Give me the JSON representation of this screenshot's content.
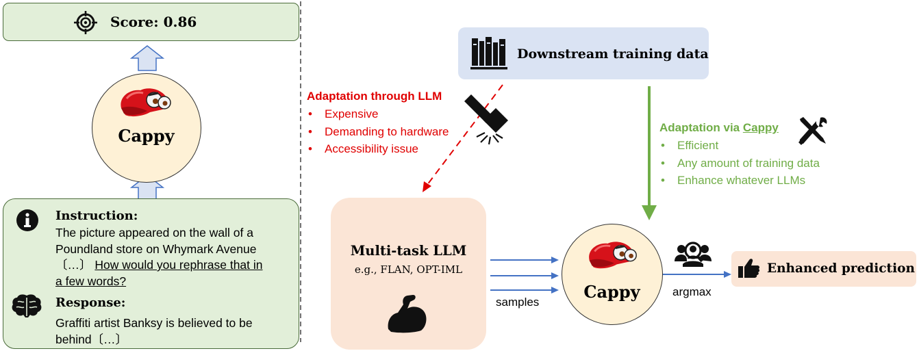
{
  "left_panel": {
    "score_label": "Score: 0.86",
    "cappy_label": "Cappy",
    "instruction": {
      "label": "Instruction:",
      "lines": [
        "The picture appeared on the wall of a",
        "Poundland store on Whymark Avenue"
      ],
      "line3_prefix": "〔…〕",
      "line3_underlined": "How would you rephrase that in",
      "line4_underlined": "a few words?"
    },
    "response": {
      "label": "Response:",
      "lines": [
        "Graffiti artist Banksy is believed to be",
        "behind〔…〕"
      ]
    }
  },
  "right_panel": {
    "data_label": "Downstream training data",
    "llm_adaptation": {
      "title": "Adaptation through LLM",
      "bullets": [
        "Expensive",
        "Demanding to hardware",
        "Accessibility issue"
      ]
    },
    "cappy_adaptation": {
      "title_prefix": "Adaptation via ",
      "title_link": "Cappy",
      "bullets": [
        "Efficient",
        "Any amount of training data",
        "Enhance whatever LLMs"
      ]
    },
    "llm_box": {
      "title": "Multi-task LLM",
      "subtitle": "e.g., FLAN, OPT-IML"
    },
    "samples_label": "samples",
    "cappy_label": "Cappy",
    "argmax_label": "argmax",
    "prediction_label": "Enhanced prediction"
  },
  "colors": {
    "green_fill": "#e2efd9",
    "cream_fill": "#fef1d6",
    "blue_fill": "#dae3f3",
    "peach_fill": "#fbe5d6",
    "red_text": "#e00000",
    "green_text": "#70ad47",
    "arrow_blue": "#4472c4"
  },
  "icons": [
    "target-icon",
    "cappy-hat-icon",
    "info-icon",
    "brain-icon",
    "books-icon",
    "hammer-icon",
    "tools-icon",
    "flexed-arm-icon",
    "people-icon",
    "thumbs-up-icon"
  ]
}
